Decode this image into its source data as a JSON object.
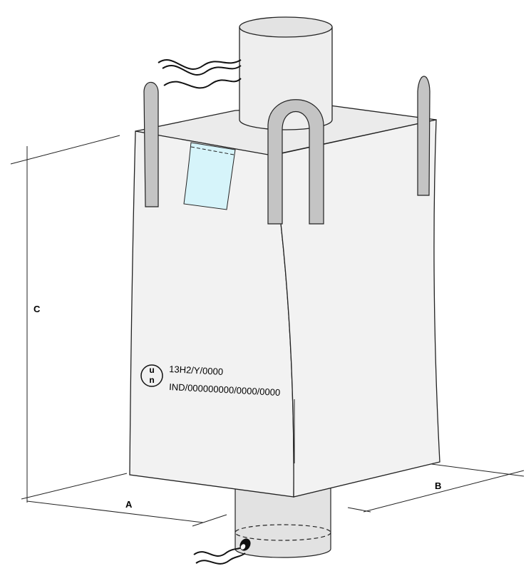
{
  "diagram": {
    "dimension_labels": {
      "a": "A",
      "b": "B",
      "c": "C"
    },
    "un_symbol": {
      "top": "u",
      "bottom": "n"
    },
    "marking_lines": [
      "13H2/Y/0000",
      "IND/000000000/0000/0000"
    ],
    "colors": {
      "bag_fill": "#f0f0f0",
      "spout_fill": "#e2e2e2",
      "strap_fill": "#c4c4c4",
      "document_pocket": "#d6f4fa",
      "outline": "#222222"
    }
  }
}
